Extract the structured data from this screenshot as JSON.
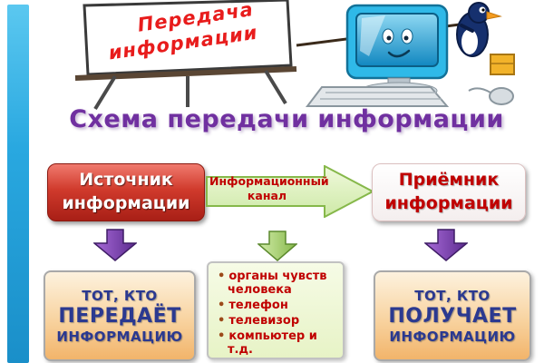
{
  "title": "Схема передачи информации",
  "easel": {
    "line1": "Передача",
    "line2": "информации"
  },
  "flow": {
    "source_line1": "Источник",
    "source_line2": "информации",
    "channel_line1": "Информационный",
    "channel_line2": "канал",
    "receiver_line1": "Приёмник",
    "receiver_line2": "информации"
  },
  "sender_box": {
    "line1": "ТОТ, КТО",
    "line2": "ПЕРЕДАЁТ",
    "line3": "ИНФОРМАЦИЮ"
  },
  "channel_examples": {
    "items": [
      "органы чувств человека",
      "телефон",
      "телевизор",
      "компьютер и т.д."
    ]
  },
  "receiver_box": {
    "line1": "ТОТ, КТО",
    "line2": "ПОЛУЧАЕТ",
    "line3": "ИНФОРМАЦИЮ"
  },
  "colors": {
    "title_purple": "#7030A0",
    "red_text": "#C00000",
    "source_box_red": "#C0281C",
    "channel_arrow_green": "#DDF0B8",
    "down_arrow_purple": "#7030A0",
    "down_arrow_green": "#8DC04A",
    "sender_text_blue": "#2B3990",
    "warm_box_bg": "#F6C489",
    "stripe_blue": "#29A8E0"
  }
}
